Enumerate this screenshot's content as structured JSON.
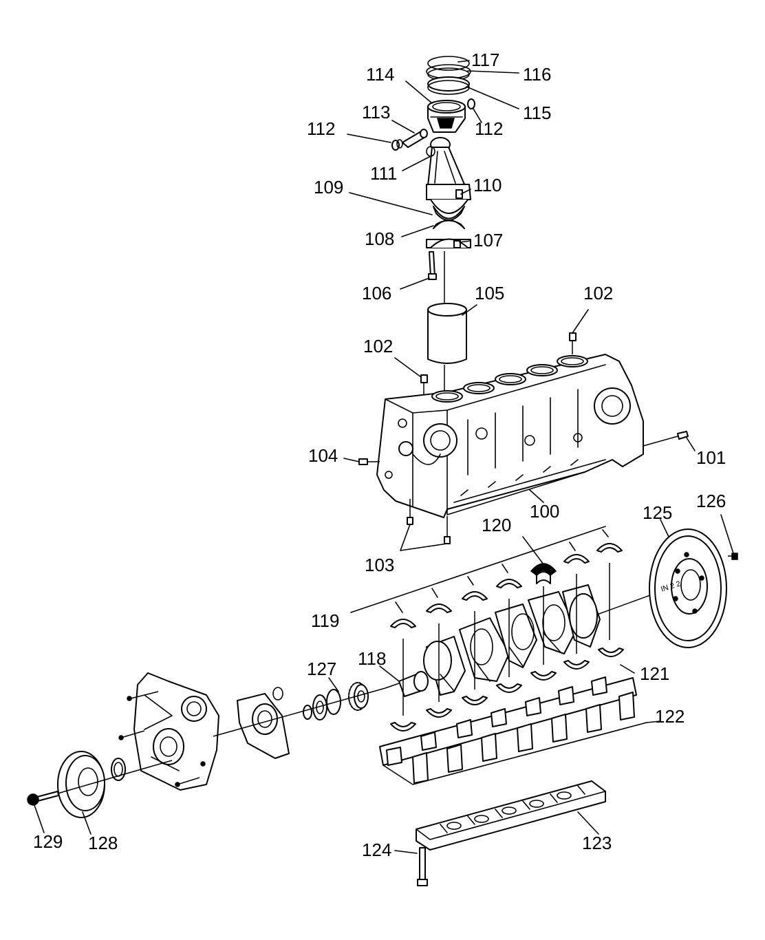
{
  "diagram": {
    "callouts": [
      {
        "id": "c100",
        "text": "100"
      },
      {
        "id": "c101",
        "text": "101"
      },
      {
        "id": "c102a",
        "text": "102"
      },
      {
        "id": "c102b",
        "text": "102"
      },
      {
        "id": "c103",
        "text": "103"
      },
      {
        "id": "c104",
        "text": "104"
      },
      {
        "id": "c105",
        "text": "105"
      },
      {
        "id": "c106",
        "text": "106"
      },
      {
        "id": "c107",
        "text": "107"
      },
      {
        "id": "c108",
        "text": "108"
      },
      {
        "id": "c109",
        "text": "109"
      },
      {
        "id": "c110",
        "text": "110"
      },
      {
        "id": "c111",
        "text": "111"
      },
      {
        "id": "c112a",
        "text": "112"
      },
      {
        "id": "c112b",
        "text": "112"
      },
      {
        "id": "c113",
        "text": "113"
      },
      {
        "id": "c114",
        "text": "114"
      },
      {
        "id": "c115",
        "text": "115"
      },
      {
        "id": "c116",
        "text": "116"
      },
      {
        "id": "c117",
        "text": "117"
      },
      {
        "id": "c118",
        "text": "118"
      },
      {
        "id": "c119",
        "text": "119"
      },
      {
        "id": "c120",
        "text": "120"
      },
      {
        "id": "c121",
        "text": "121"
      },
      {
        "id": "c122",
        "text": "122"
      },
      {
        "id": "c123",
        "text": "123"
      },
      {
        "id": "c124",
        "text": "124"
      },
      {
        "id": "c125",
        "text": "125"
      },
      {
        "id": "c126",
        "text": "126"
      },
      {
        "id": "c127",
        "text": "127"
      },
      {
        "id": "c128",
        "text": "128"
      },
      {
        "id": "c129",
        "text": "129"
      }
    ],
    "flywheel_marking": "IN 2 2"
  }
}
